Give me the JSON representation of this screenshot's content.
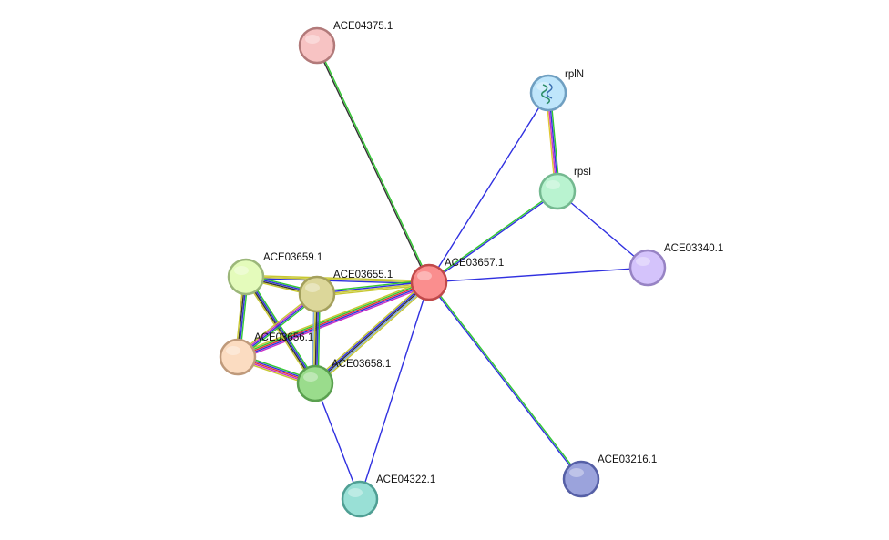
{
  "nodes": [
    {
      "id": "ACE04375.1",
      "label": "ACE04375.1",
      "color": "#f7c3c3",
      "stroke": "#b27a7a"
    },
    {
      "id": "rplN",
      "label": "rplN",
      "color": "#bfe6fb",
      "stroke": "#6f9fc1",
      "icon": "protein-structure-icon"
    },
    {
      "id": "rpsI",
      "label": "rpsI",
      "color": "#b9f3d0",
      "stroke": "#74b990"
    },
    {
      "id": "ACE03340.1",
      "label": "ACE03340.1",
      "color": "#d4c3fb",
      "stroke": "#9783c4"
    },
    {
      "id": "ACE03657.1",
      "label": "ACE03657.1",
      "color": "#fa8e8e",
      "stroke": "#c0494a"
    },
    {
      "id": "ACE03659.1",
      "label": "ACE03659.1",
      "color": "#e4fbbb",
      "stroke": "#9cb77a"
    },
    {
      "id": "ACE03655.1",
      "label": "ACE03655.1",
      "color": "#dcd79a",
      "stroke": "#a4a05c"
    },
    {
      "id": "ACE03656.1",
      "label": "ACE03656.1",
      "color": "#fbdcc1",
      "stroke": "#bf9a7b"
    },
    {
      "id": "ACE03658.1",
      "label": "ACE03658.1",
      "color": "#9adc8c",
      "stroke": "#5aa04f"
    },
    {
      "id": "ACE04322.1",
      "label": "ACE04322.1",
      "color": "#99e0d6",
      "stroke": "#4f9f94"
    },
    {
      "id": "ACE03216.1",
      "label": "ACE03216.1",
      "color": "#9ba3dc",
      "stroke": "#555fa6"
    }
  ],
  "edges": [
    {
      "source": "ACE04375.1",
      "target": "ACE03657.1",
      "colors": [
        "#32c832",
        "#333333"
      ]
    },
    {
      "source": "rplN",
      "target": "ACE03657.1",
      "colors": [
        "#3030e0"
      ]
    },
    {
      "source": "rplN",
      "target": "rpsI",
      "colors": [
        "#32c832",
        "#3030e0",
        "#c832c8",
        "#e0c832"
      ]
    },
    {
      "source": "rpsI",
      "target": "ACE03657.1",
      "colors": [
        "#3030e0",
        "#32c832"
      ]
    },
    {
      "source": "rpsI",
      "target": "ACE03340.1",
      "colors": [
        "#3030e0"
      ]
    },
    {
      "source": "ACE03340.1",
      "target": "ACE03657.1",
      "colors": [
        "#3030e0"
      ]
    },
    {
      "source": "ACE03216.1",
      "target": "ACE03657.1",
      "colors": [
        "#3030e0",
        "#32c832"
      ]
    },
    {
      "source": "ACE04322.1",
      "target": "ACE03657.1",
      "colors": [
        "#3030e0"
      ]
    },
    {
      "source": "ACE04322.1",
      "target": "ACE03658.1",
      "colors": [
        "#3030e0"
      ]
    },
    {
      "source": "ACE03659.1",
      "target": "ACE03657.1",
      "colors": [
        "#c8c832",
        "#c8c832",
        "#3030e0"
      ]
    },
    {
      "source": "ACE03655.1",
      "target": "ACE03657.1",
      "colors": [
        "#32c832",
        "#3030e0",
        "#c8c832",
        "#c8c832"
      ]
    },
    {
      "source": "ACE03656.1",
      "target": "ACE03657.1",
      "colors": [
        "#c8c832",
        "#32c832",
        "#e03232",
        "#3030e0",
        "#c832c8"
      ]
    },
    {
      "source": "ACE03658.1",
      "target": "ACE03657.1",
      "colors": [
        "#c8c832",
        "#3030e0",
        "#333333",
        "#82aadc",
        "#c8c832"
      ]
    },
    {
      "source": "ACE03659.1",
      "target": "ACE03655.1",
      "colors": [
        "#32c832",
        "#3030e0",
        "#333333",
        "#c8c832"
      ]
    },
    {
      "source": "ACE03659.1",
      "target": "ACE03656.1",
      "colors": [
        "#32c832",
        "#3030e0",
        "#333333",
        "#c8c832"
      ]
    },
    {
      "source": "ACE03659.1",
      "target": "ACE03658.1",
      "colors": [
        "#32c832",
        "#3030e0",
        "#333333",
        "#c8c832"
      ]
    },
    {
      "source": "ACE03655.1",
      "target": "ACE03656.1",
      "colors": [
        "#32c832",
        "#3030e0",
        "#c832c8",
        "#c8c832"
      ]
    },
    {
      "source": "ACE03655.1",
      "target": "ACE03658.1",
      "colors": [
        "#32c832",
        "#3030e0",
        "#333333",
        "#c8c832",
        "#82aadc"
      ]
    },
    {
      "source": "ACE03656.1",
      "target": "ACE03658.1",
      "colors": [
        "#32c832",
        "#3030e0",
        "#e03232",
        "#c832c8",
        "#c8c832"
      ]
    }
  ]
}
